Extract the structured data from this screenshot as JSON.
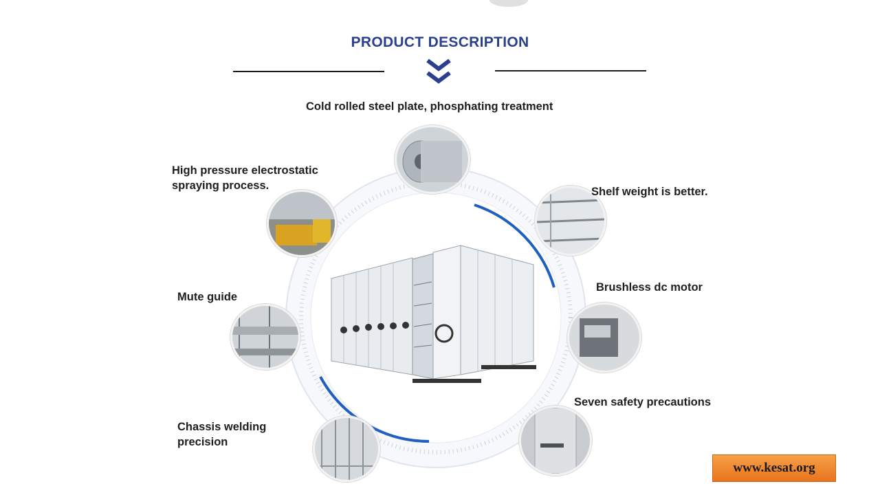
{
  "header": {
    "title": "PRODUCT DESCRIPTION"
  },
  "features": {
    "top": "Cold rolled steel plate, phosphating treatment",
    "spraying": "High pressure electrostatic\nspraying process.",
    "shelf": "Shelf weight is better.",
    "guide": "Mute guide",
    "motor": "Brushless dc motor",
    "safety": "Seven safety precautions",
    "welding": "Chassis welding\nprecision"
  },
  "badge": {
    "url": "www.kesat.org"
  },
  "colors": {
    "title": "#2b3f8f",
    "arc": "#1f5fbf",
    "badge": "#ee8428"
  }
}
